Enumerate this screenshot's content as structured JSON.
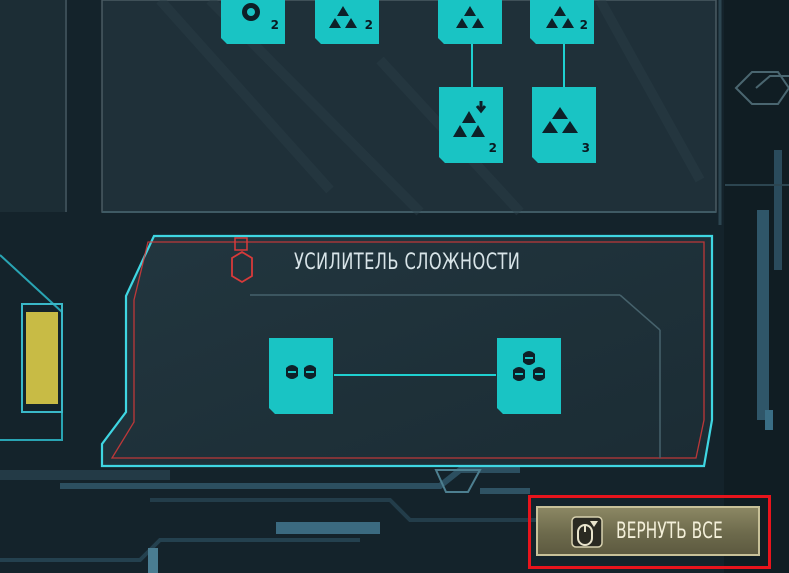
{
  "section": {
    "title": "УСИЛИТЕЛЬ СЛОЖНОСТИ"
  },
  "button": {
    "label": "ВЕРНУТЬ ВСЕ",
    "icon": "mouse-click-icon"
  },
  "upper_tree": {
    "nodes": [
      {
        "icon": "gear-icon",
        "level": "2"
      },
      {
        "icon": "triad-icon",
        "level": "2"
      },
      {
        "icon": "triad-icon",
        "level": ""
      },
      {
        "icon": "triad-icon",
        "level": "2"
      },
      {
        "icon": "triad-down-icon",
        "level": "2"
      },
      {
        "icon": "triad-icon",
        "level": "3"
      }
    ]
  },
  "difficulty_nodes": [
    {
      "icon": "two-masks-icon"
    },
    {
      "icon": "three-masks-icon"
    }
  ],
  "colors": {
    "background": "#14232b",
    "node": "#19c4c4",
    "panel_border": "#3fd6e2",
    "panel_accent_red": "#d83a3a",
    "button": "#7a7655",
    "highlight": "#e8141c"
  }
}
